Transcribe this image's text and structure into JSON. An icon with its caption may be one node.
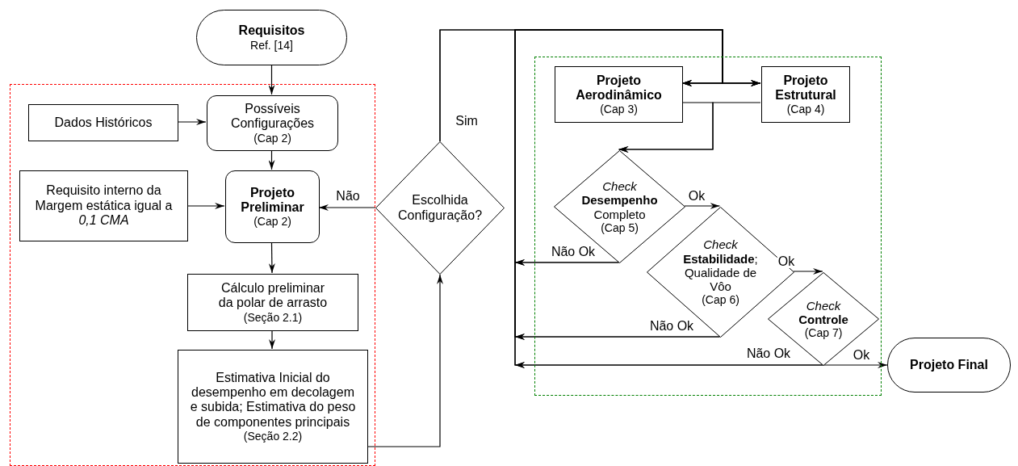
{
  "diagram": {
    "nodes": [
      {
        "text": [
          "Requisitos",
          "Ref. [14]"
        ]
      },
      {
        "text": [],
        "shape": "box"
      },
      {
        "text": [
          "Dados Históricos"
        ],
        "in": 1
      },
      {
        "text": [
          "Possíveis Configurações",
          "(Cap 2)"
        ],
        "in": 1
      },
      {
        "text": [
          "Requisito interno da Margem estática igual a *0,1 CMA*"
        ],
        "in": 1
      },
      {
        "text": [
          "Projeto Preliminar",
          "(Cap 2)"
        ],
        "in": 1
      },
      {
        "text": [
          "Cálculo preliminar da polar de arrasto",
          "(Seção 2.1)"
        ],
        "in": 1
      },
      {
        "text": [
          "Estimativa Inicial do desempenho em decolagem e subida; Estimativa do peso de componentes principais",
          "(Seção 2.2)"
        ],
        "in": 1
      },
      {
        "text": [
          "Escolhida Configuração?"
        ]
      },
      {
        "text": [],
        "shape": "box"
      },
      {
        "text": [
          "Projeto Aerodinâmico",
          "(Cap 3)"
        ],
        "in": 9
      },
      {
        "text": [
          "Projeto Estrutural",
          "(Cap 4)"
        ],
        "in": 9
      },
      {
        "text": [
          "*Check* **Desempenho** Completo",
          "(Cap 5)"
        ],
        "in": 9
      },
      {
        "text": [
          "*Check* **Estabilidade**; Qualidade de Vôo",
          "(Cap 6)"
        ],
        "in": 9
      },
      {
        "text": [
          "*Check* **Controle**",
          "(Cap 7)"
        ],
        "in": 9
      },
      {
        "text": [
          "Projeto Final"
        ]
      }
    ],
    "edges": [
      {
        "from": 0,
        "to": 3,
        "arrow": "to"
      },
      {
        "from": 2,
        "to": 3,
        "arrow": "to"
      },
      {
        "from": 3,
        "to": 5,
        "arrow": "to"
      },
      {
        "from": 4,
        "to": 5,
        "arrow": "to"
      },
      {
        "from": 8,
        "to": 5,
        "arrow": "to",
        "label": "Não"
      },
      {
        "from": 5,
        "to": 6,
        "arrow": "to"
      },
      {
        "from": 6,
        "to": 7,
        "arrow": "to"
      },
      {
        "from": 7,
        "to": 8,
        "arrow": "to"
      },
      {
        "from": 8,
        "to": 10,
        "arrow": "to",
        "label": "Sim"
      },
      {
        "from": 8,
        "to": 11,
        "arrow": "to"
      },
      {
        "from": 10,
        "to": 12,
        "arrow": "to"
      },
      {
        "from": 11,
        "to": 12,
        "arrow": "to"
      },
      {
        "from": 12,
        "to": 13,
        "arrow": "to",
        "label": "Ok"
      },
      {
        "from": 13,
        "to": 14,
        "arrow": "to",
        "label": "Ok"
      },
      {
        "from": 14,
        "to": 15,
        "arrow": "to",
        "label": "Ok"
      },
      {
        "from": 12,
        "to": 10,
        "arrow": "to",
        "label": "Não Ok"
      },
      {
        "from": 12,
        "to": 11,
        "arrow": "to"
      },
      {
        "from": 13,
        "to": 10,
        "arrow": "to",
        "label": "Não Ok"
      },
      {
        "from": 13,
        "to": 11,
        "arrow": "to"
      },
      {
        "from": 14,
        "to": 10,
        "arrow": "to",
        "label": "Não Ok"
      },
      {
        "from": 14,
        "to": 11,
        "arrow": "to"
      }
    ]
  }
}
